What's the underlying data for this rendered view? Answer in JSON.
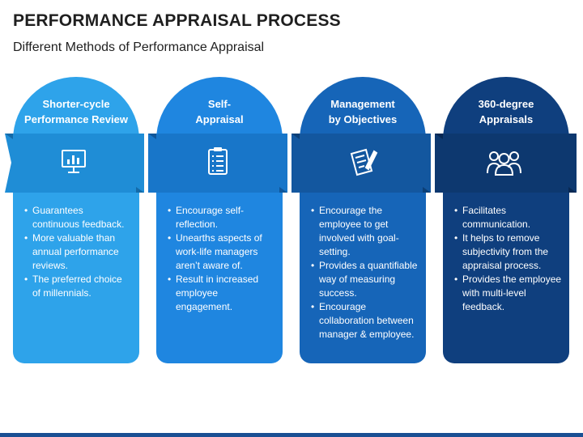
{
  "title": "PERFORMANCE APPRAISAL PROCESS",
  "subtitle": "Different Methods of Performance Appraisal",
  "cards": [
    {
      "head_line1": "Shorter-cycle",
      "head_line2": "Performance Review",
      "icon": "presentation-chart-icon",
      "color": "#2ea3ea",
      "band_color": "#1f8dd6",
      "band_dark": "#136aa8",
      "bullets": [
        "Guarantees continuous feedback.",
        "More valuable than annual performance reviews.",
        "The preferred choice of millennials."
      ]
    },
    {
      "head_line1": "Self-",
      "head_line2": "Appraisal",
      "icon": "checklist-clipboard-icon",
      "color": "#1f86e0",
      "band_color": "#1876c9",
      "band_dark": "#0f569a",
      "bullets": [
        "Encourage self-reflection.",
        "Unearths aspects of work-life managers aren’t aware of.",
        "Result in increased employee engagement."
      ]
    },
    {
      "head_line1": "Management",
      "head_line2": "by Objectives",
      "icon": "document-pen-icon",
      "color": "#1665b8",
      "band_color": "#13579f",
      "band_dark": "#0c3f76",
      "bullets": [
        "Encourage the employee to get involved with goal-setting.",
        "Provides a quantifiable way of measuring success.",
        "Encourage collaboration between manager & employee."
      ]
    },
    {
      "head_line1": "360-degree",
      "head_line2": "Appraisals",
      "icon": "group-people-icon",
      "color": "#0f3f7e",
      "band_color": "#0d386f",
      "band_dark": "#082853",
      "bullets": [
        "Facilitates communication.",
        "It helps to remove subjectivity from the appraisal process.",
        "Provides the employee with multi-level feedback."
      ]
    }
  ]
}
